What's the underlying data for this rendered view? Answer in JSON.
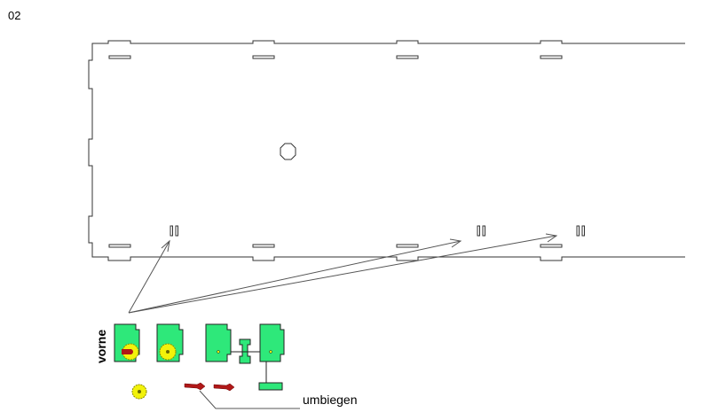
{
  "page_number": "02",
  "labels": {
    "front": "vorne",
    "bend": "umbiegen"
  },
  "colors": {
    "outline": "#333333",
    "part_green": "#2ee87a",
    "gear_yellow": "#f2f20a",
    "axle_red": "#b01818",
    "arrow": "#555555"
  }
}
